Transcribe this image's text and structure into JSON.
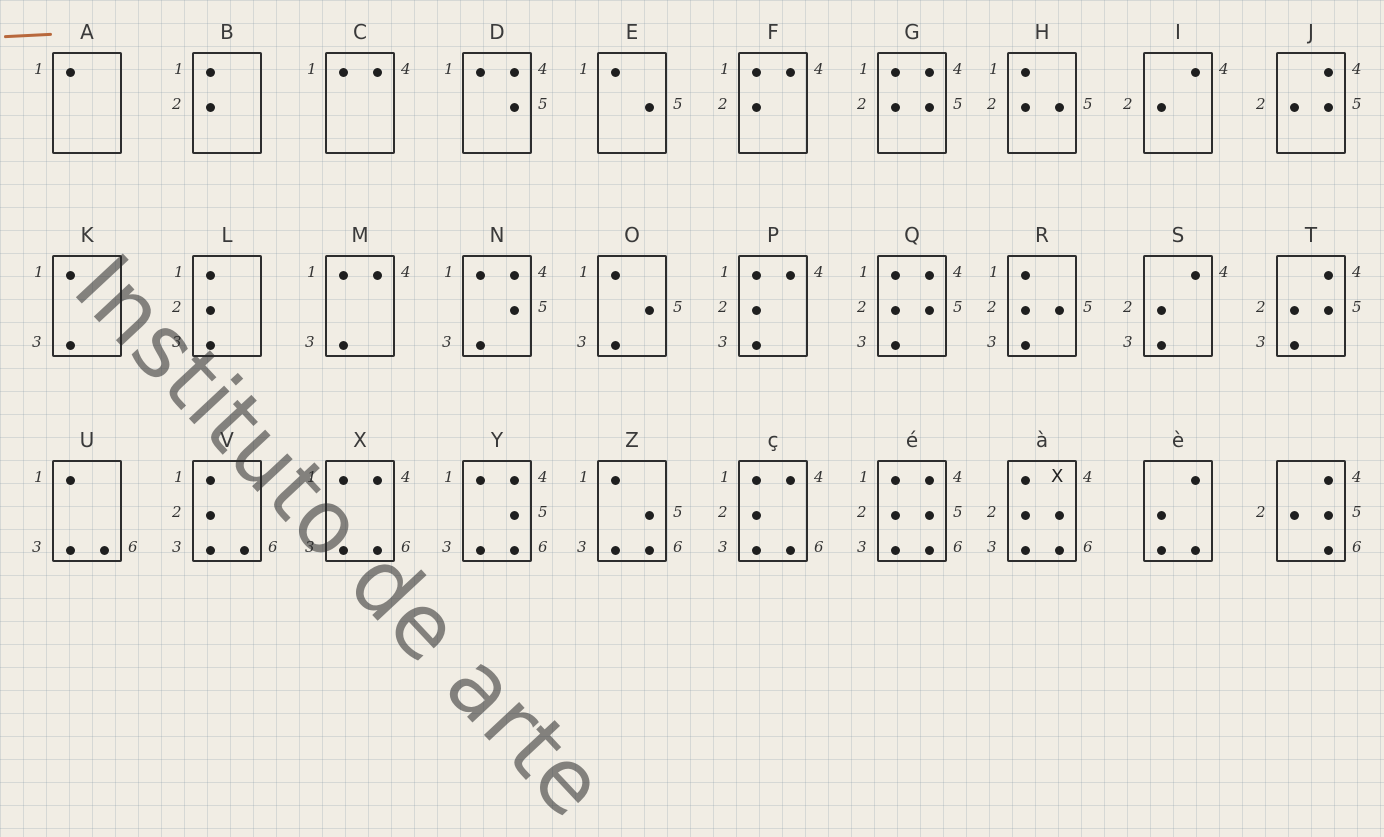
{
  "watermark": "Instituto de arte",
  "rows": [
    [
      {
        "label": "A",
        "dots": [
          1
        ],
        "nums": [
          1
        ]
      },
      {
        "label": "B",
        "dots": [
          1,
          2
        ],
        "nums": [
          1,
          2
        ]
      },
      {
        "label": "C",
        "dots": [
          1,
          4
        ],
        "nums": [
          1,
          4
        ]
      },
      {
        "label": "D",
        "dots": [
          1,
          4,
          5
        ],
        "nums": [
          1,
          4,
          5
        ]
      },
      {
        "label": "E",
        "dots": [
          1,
          5
        ],
        "nums": [
          1,
          5
        ]
      },
      {
        "label": "F",
        "dots": [
          1,
          2,
          4
        ],
        "nums": [
          1,
          2,
          4
        ]
      },
      {
        "label": "G",
        "dots": [
          1,
          2,
          4,
          5
        ],
        "nums": [
          1,
          2,
          4,
          5
        ]
      },
      {
        "label": "H",
        "dots": [
          1,
          2,
          5
        ],
        "nums": [
          1,
          2,
          5
        ]
      },
      {
        "label": "I",
        "dots": [
          2,
          4
        ],
        "nums": [
          2,
          4
        ]
      },
      {
        "label": "J",
        "dots": [
          2,
          4,
          5
        ],
        "nums": [
          2,
          4,
          5
        ]
      }
    ],
    [
      {
        "label": "K",
        "dots": [
          1,
          3
        ],
        "nums": [
          1,
          3
        ]
      },
      {
        "label": "L",
        "dots": [
          1,
          2,
          3
        ],
        "nums": [
          1,
          2,
          3
        ]
      },
      {
        "label": "M",
        "dots": [
          1,
          3,
          4
        ],
        "nums": [
          1,
          3,
          4
        ]
      },
      {
        "label": "N",
        "dots": [
          1,
          3,
          4,
          5
        ],
        "nums": [
          1,
          3,
          4,
          5
        ]
      },
      {
        "label": "O",
        "dots": [
          1,
          3,
          5
        ],
        "nums": [
          1,
          3,
          5
        ]
      },
      {
        "label": "P",
        "dots": [
          1,
          2,
          3,
          4
        ],
        "nums": [
          1,
          2,
          3,
          4
        ]
      },
      {
        "label": "Q",
        "dots": [
          1,
          2,
          3,
          4,
          5
        ],
        "nums": [
          1,
          2,
          3,
          4,
          5
        ]
      },
      {
        "label": "R",
        "dots": [
          1,
          2,
          3,
          5
        ],
        "nums": [
          1,
          2,
          3,
          5
        ]
      },
      {
        "label": "S",
        "dots": [
          2,
          3,
          4
        ],
        "nums": [
          2,
          3,
          4
        ]
      },
      {
        "label": "T",
        "dots": [
          2,
          3,
          4,
          5
        ],
        "nums": [
          2,
          3,
          4,
          5
        ]
      }
    ],
    [
      {
        "label": "U",
        "dots": [
          1,
          3,
          6
        ],
        "nums": [
          1,
          3,
          6
        ]
      },
      {
        "label": "V",
        "dots": [
          1,
          2,
          3,
          6
        ],
        "nums": [
          1,
          2,
          3,
          6
        ]
      },
      {
        "label": "X",
        "dots": [
          1,
          3,
          4,
          6
        ],
        "nums": [
          1,
          3,
          4,
          6
        ]
      },
      {
        "label": "Y",
        "dots": [
          1,
          3,
          4,
          5,
          6
        ],
        "nums": [
          1,
          3,
          4,
          5,
          6
        ]
      },
      {
        "label": "Z",
        "dots": [
          1,
          3,
          5,
          6
        ],
        "nums": [
          1,
          3,
          5,
          6
        ]
      },
      {
        "label": "ç",
        "dots": [
          1,
          2,
          3,
          4,
          6
        ],
        "nums": [
          1,
          2,
          3,
          4,
          6
        ]
      },
      {
        "label": "é",
        "dots": [
          1,
          2,
          3,
          4,
          5,
          6
        ],
        "nums": [
          1,
          2,
          3,
          4,
          5,
          6
        ]
      },
      {
        "label": "à",
        "dots": [
          1,
          2,
          3,
          5,
          6
        ],
        "nums": [
          2,
          3,
          4,
          6
        ],
        "x_mark": "X"
      },
      {
        "label": "è",
        "dots": [
          2,
          3,
          4,
          6
        ],
        "nums": []
      },
      {
        "label": "",
        "dots": [
          2,
          4,
          5,
          6
        ],
        "nums": [
          2,
          4,
          5,
          6
        ]
      }
    ]
  ]
}
